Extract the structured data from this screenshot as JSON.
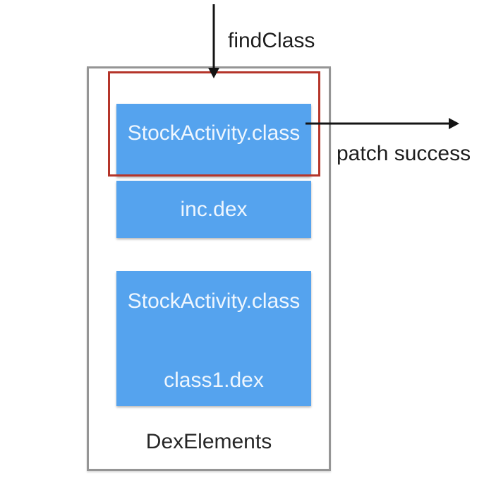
{
  "diagram": {
    "annotations": {
      "incoming_arrow_label": "findClass",
      "outgoing_arrow_label": "patch success"
    },
    "container": {
      "label": "DexElements",
      "top_entry": {
        "class_box_label": "StockActivity.class",
        "dex_box_label": "inc.dex",
        "highlighted": true
      },
      "bottom_entry": {
        "class_label": "StockActivity.class",
        "dex_label": "class1.dex"
      }
    }
  },
  "colors": {
    "box_fill": "#55a3ee",
    "box_text": "#eef6fe",
    "highlight_border": "#b5352a",
    "container_border": "#959595",
    "arrow_color": "#141414",
    "label_color": "#1d1d1d",
    "background": "#ffffff"
  }
}
